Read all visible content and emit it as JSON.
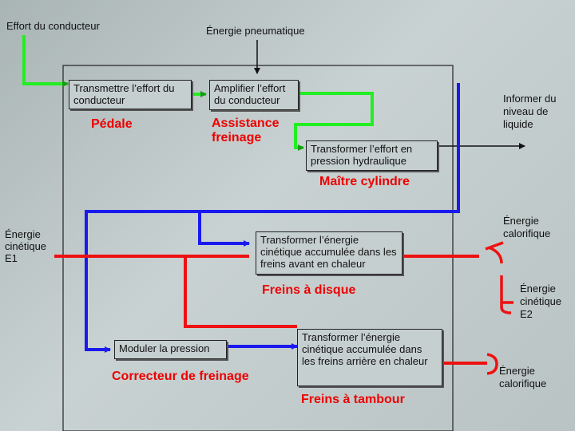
{
  "inputs": {
    "effort_conducteur": "Effort du conducteur",
    "energie_pneumatique": "Énergie pneumatique",
    "energie_cinetique_e1": "Énergie cinétique E1"
  },
  "functions": {
    "transmettre": "Transmettre l’effort du conducteur",
    "amplifier": "Amplifier l’effort du conducteur",
    "transformer_hydraulique": "Transformer l’effort en pression hydraulique",
    "transformer_avant": "Transformer l’énergie cinétique accumulée dans les freins avant en chaleur",
    "moduler": "Moduler la pression",
    "transformer_arriere": "Transformer l’énergie cinétique accumulée dans les freins arrière en chaleur"
  },
  "components": {
    "pedale": "Pédale",
    "assistance": "Assistance freinage",
    "maitre_cylindre": "Maître cylindre",
    "freins_disque": "Freins à disque",
    "correcteur": "Correcteur de freinage",
    "freins_tambour": "Freins à tambour"
  },
  "outputs": {
    "informer_niveau": "Informer du niveau de liquide",
    "energie_calorifique_1": "Énergie calorifique",
    "energie_cinetique_e2": "Énergie cinétique E2",
    "energie_calorifique_2": "Énergie calorifique"
  },
  "colors": {
    "mechanical": "#22ee22",
    "hydraulic": "#1a1aee",
    "thermal": "#ee1111",
    "frame": "#222222",
    "component_text": "#ee0000"
  }
}
